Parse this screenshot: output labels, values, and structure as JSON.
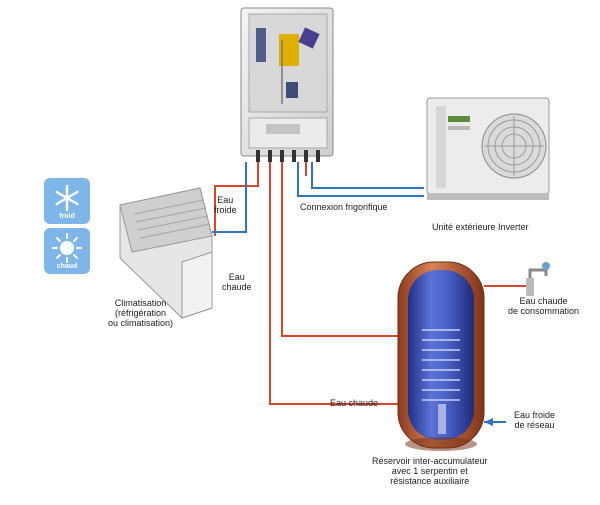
{
  "labels": {
    "eau_froide": [
      "Eau",
      "froide"
    ],
    "eau_chaude_top": [
      "Eau",
      "chaude"
    ],
    "connexion": "Connexion frigorifique",
    "unite": "Unité extérieure Inverter",
    "climatisation": [
      "Climatisation",
      "(réfrigération",
      "ou climatisation)"
    ],
    "eau_chaude_conso": [
      "Eau chaude",
      "de consommation"
    ],
    "eau_chaude_bottom": "Eau chaude",
    "eau_froide_reseau": [
      "Eau froide",
      "de réseau"
    ],
    "reservoir": [
      "Réservoir inter-accumulateur",
      "avec 1 serpentin et",
      "résistance auxiliaire"
    ]
  },
  "badges": {
    "cooling_text": "froid",
    "heating_text": "chaud"
  },
  "colors": {
    "pipe_red": "#d9442a",
    "pipe_blue": "#2e74c8",
    "badge_blue": "#7fb6ea",
    "tank_blue": "#3a4fb4",
    "tank_copper": "#c26a3a"
  }
}
